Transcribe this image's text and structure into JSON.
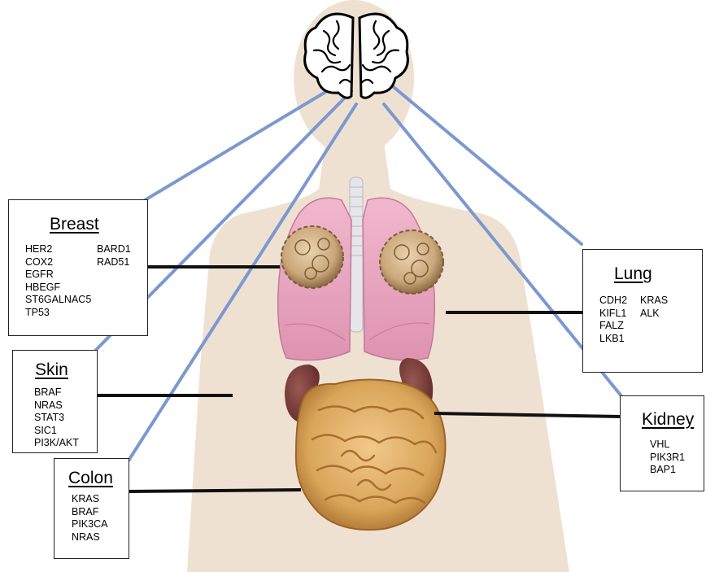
{
  "organs": {
    "breast": {
      "title": "Breast",
      "genes_left": [
        "HER2",
        "COX2",
        "EGFR",
        "HBEGF",
        "ST6GALNAC5",
        "TP53"
      ],
      "genes_right": [
        "BARD1",
        "RAD51"
      ]
    },
    "lung": {
      "title": "Lung",
      "genes_left": [
        "CDH2",
        "KIFL1",
        "FALZ",
        "LKB1"
      ],
      "genes_right": [
        "KRAS",
        "ALK"
      ]
    },
    "skin": {
      "title": "Skin",
      "genes_left": [
        "BRAF",
        "NRAS",
        "STAT3",
        "SIC1",
        "PI3K/AKT"
      ]
    },
    "kidney": {
      "title": "Kidney",
      "genes_left": [
        "VHL",
        "PIK3R1",
        "BAP1"
      ]
    },
    "colon": {
      "title": "Colon",
      "genes_left": [
        "KRAS",
        "BRAF",
        "PIK3CA",
        "NRAS"
      ]
    }
  },
  "colors": {
    "body_silhouette": "#efe1d2",
    "connector_blue": "#7c98cf",
    "leader_black": "#111111",
    "lung_pink": "#e8a9c0",
    "tumor": "#c9a77a",
    "kidney": "#7a3d3a",
    "intestine": "#d9a55a"
  }
}
